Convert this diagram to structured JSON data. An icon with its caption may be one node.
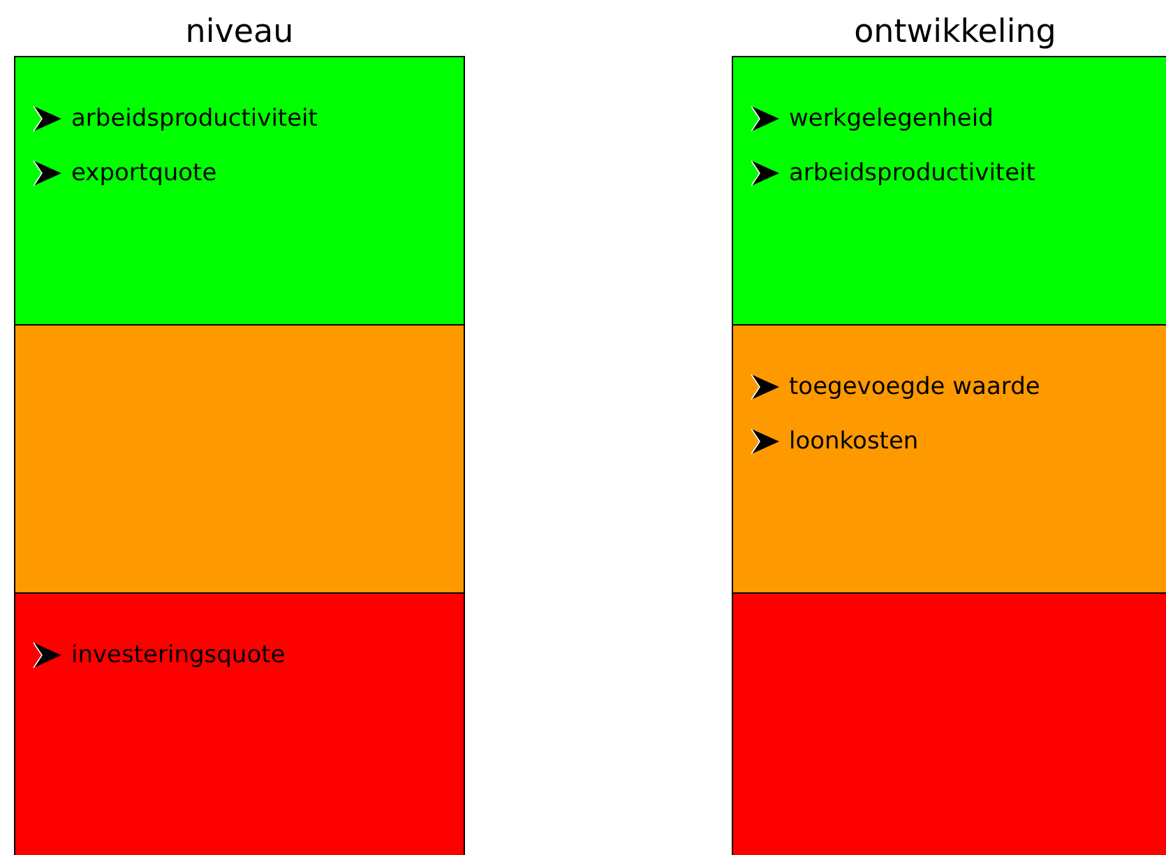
{
  "diagram": {
    "nodes": [
      {
        "text": [
          "niveau"
        ]
      },
      {
        "text": [
          "arbeidsproductiviteit",
          "exportquote"
        ],
        "in": 0
      },
      {
        "text": [],
        "shape": "box",
        "in": 0
      },
      {
        "text": [
          "investeringsquote"
        ],
        "in": 0
      },
      {
        "text": [
          "ontwikkeling"
        ]
      },
      {
        "text": [
          "werkgelegenheid",
          "arbeidsproductiviteit"
        ],
        "in": 4
      },
      {
        "text": [
          "toegevoegde waarde",
          "loonkosten"
        ],
        "in": 4
      },
      {
        "text": [],
        "shape": "box",
        "in": 4
      }
    ]
  }
}
